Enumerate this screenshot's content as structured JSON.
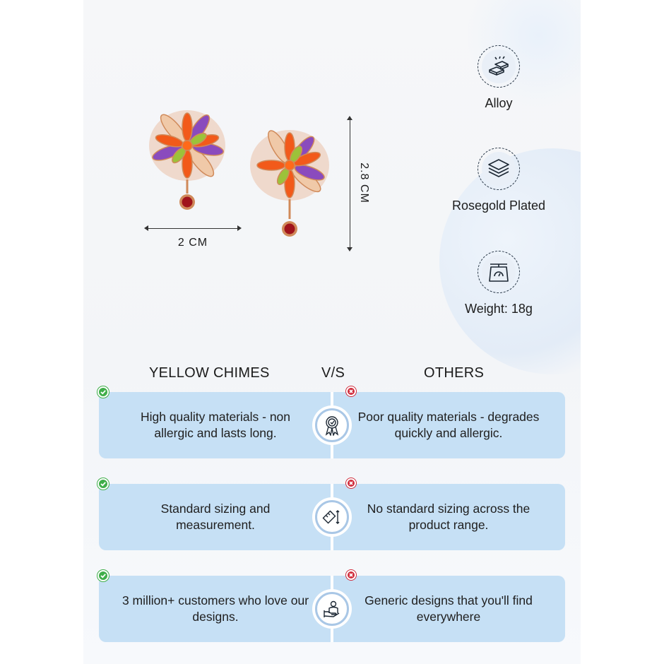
{
  "dimensions": {
    "width_label": "2 CM",
    "height_label": "2.8 CM"
  },
  "features": [
    {
      "label": "Alloy",
      "icon": "alloy-bars-icon"
    },
    {
      "label": "Rosegold Plated",
      "icon": "layers-icon"
    },
    {
      "label": "Weight: 18g",
      "icon": "weighing-scale-icon"
    }
  ],
  "comparison": {
    "left_heading": "YELLOW CHIMES",
    "vs_heading": "V/S",
    "right_heading": "OTHERS",
    "rows": [
      {
        "ours": "High quality materials - non allergic and lasts long.",
        "others": "Poor quality materials - degrades quickly and allergic.",
        "icon": "quality-medal-icon"
      },
      {
        "ours": "Standard sizing and measurement.",
        "others": "No standard sizing across the product range.",
        "icon": "ruler-measure-icon"
      },
      {
        "ours": "3 million+ customers who love our designs.",
        "others": "Generic designs that you'll find everywhere",
        "icon": "customer-hand-icon"
      }
    ]
  },
  "colors": {
    "card_blue": "#c6e0f5",
    "tick_green": "#3fae49",
    "cross_red": "#d02c3c",
    "rose_gold": "#d9986b"
  }
}
